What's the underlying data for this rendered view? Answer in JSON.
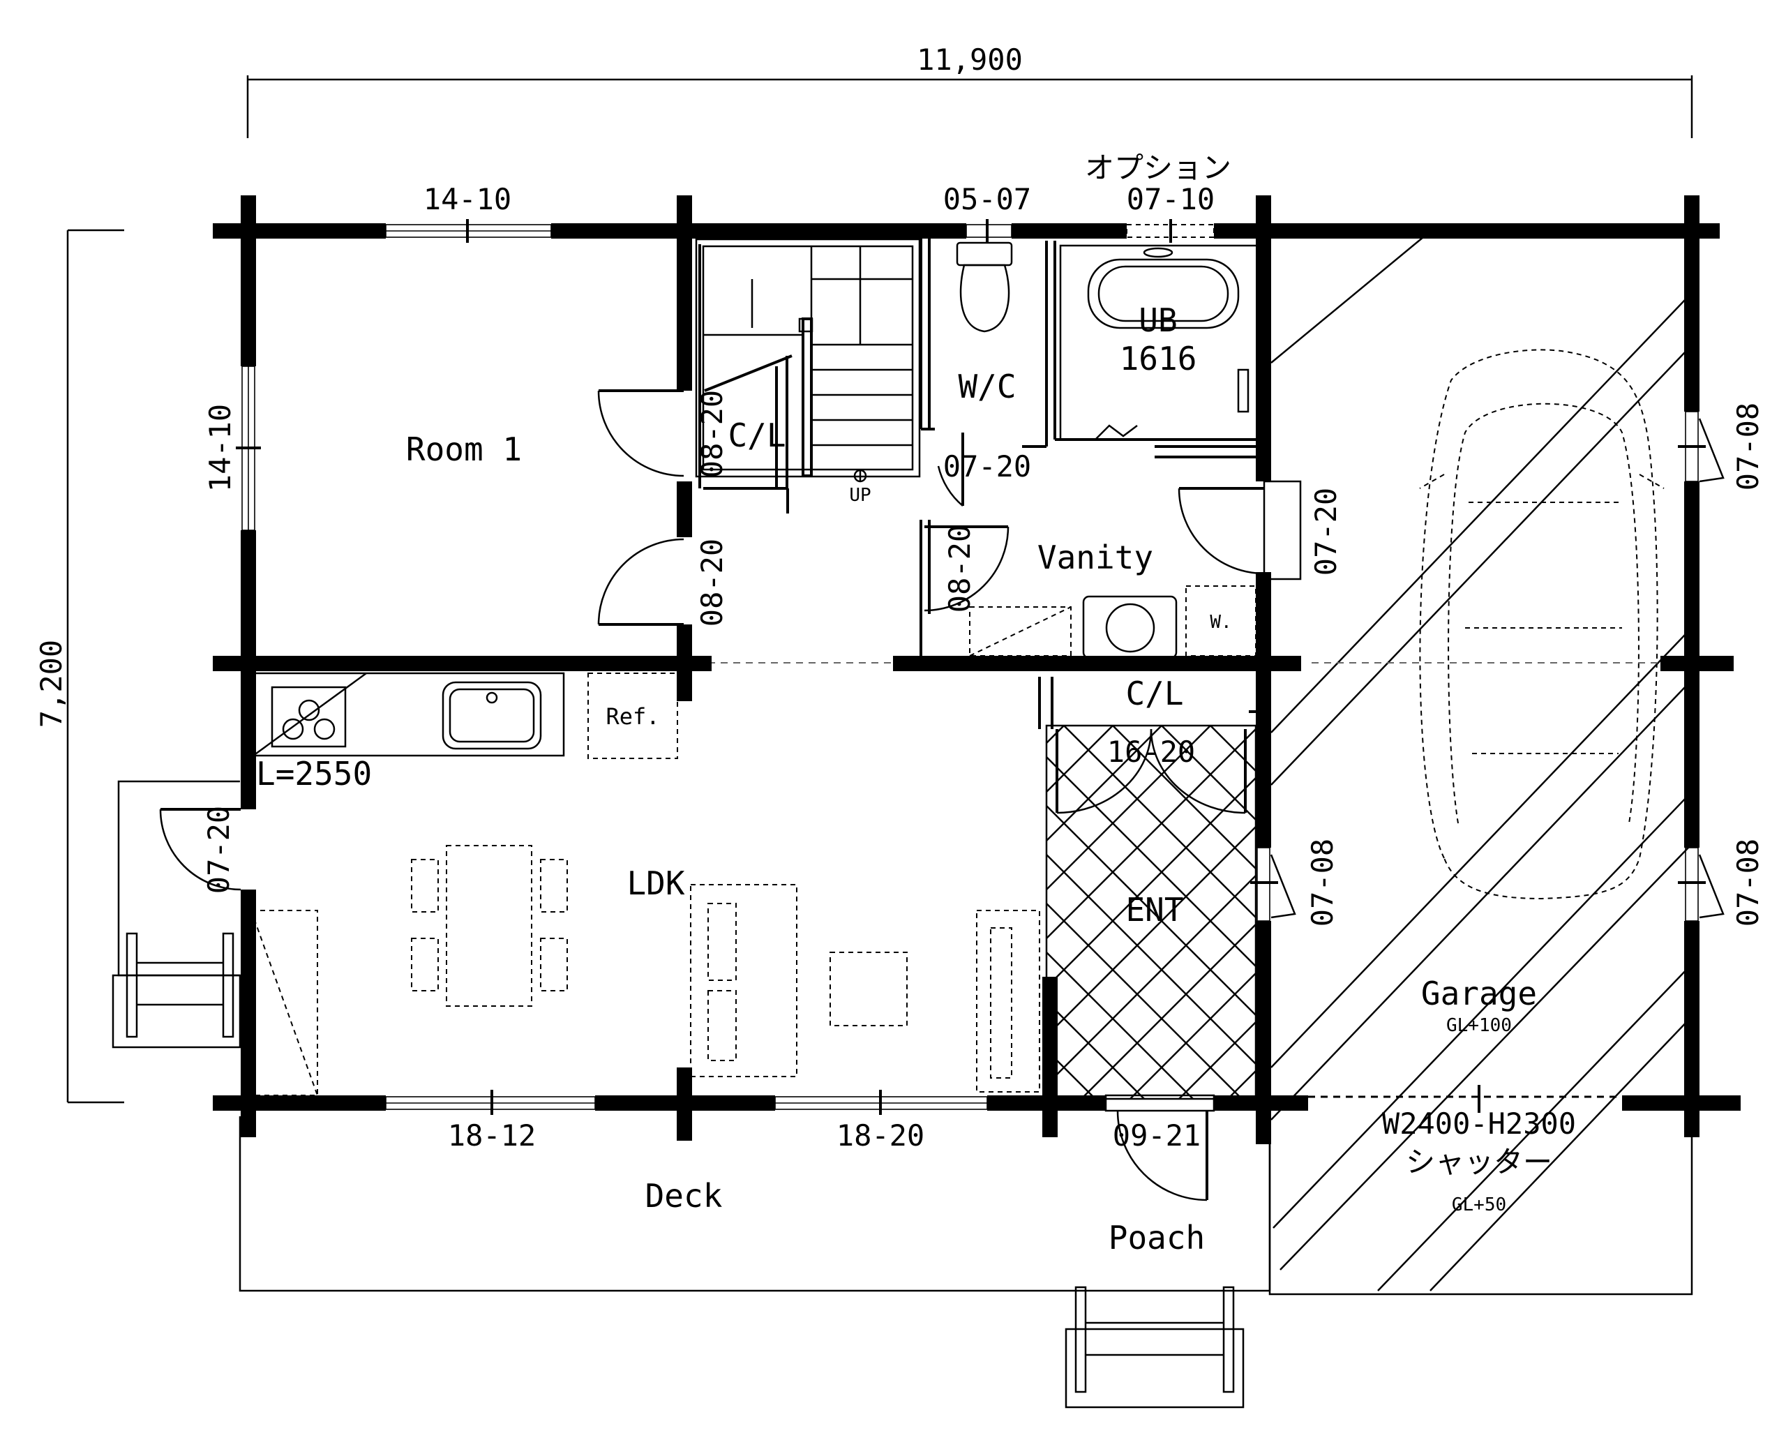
{
  "dimensions": {
    "overall_width": "11,900",
    "overall_depth": "7,200"
  },
  "rooms": {
    "room1": "Room 1",
    "cl_room1": "C/L",
    "wc": "W/C",
    "ub": "UB",
    "ub_size": "1616",
    "vanity": "Vanity",
    "washer": "W.",
    "garage": "Garage",
    "garage_level": "GL+100",
    "ldk": "LDK",
    "ref": "Ref.",
    "kitchen_length": "L=2550",
    "cl_entrance": "C/L",
    "ent": "ENT",
    "deck": "Deck",
    "porch": "Poach",
    "up": "UP"
  },
  "openings": {
    "w_room1_top": "14-10",
    "w_room1_left": "14-10",
    "w_wc_top": "05-07",
    "option_note": "オプション",
    "w_ub_top": "07-10",
    "d_room1_cl": "08-20",
    "d_room1_hall": "08-20",
    "d_wc": "07-20",
    "d_vanity_left": "08-20",
    "d_garage_vanity": "07-20",
    "w_garage_right_top": "07-08",
    "w_garage_right_bottom": "07-08",
    "d_garage_ent": "07-08",
    "d_cl_ent": "16-20",
    "d_ldk_left": "07-20",
    "w_ldk_bottom_left": "18-12",
    "w_ldk_bottom_right": "18-20",
    "d_entrance": "09-21",
    "shutter_size": "W2400-H2300",
    "shutter_label": "シャッター",
    "shutter_level": "GL+50"
  }
}
